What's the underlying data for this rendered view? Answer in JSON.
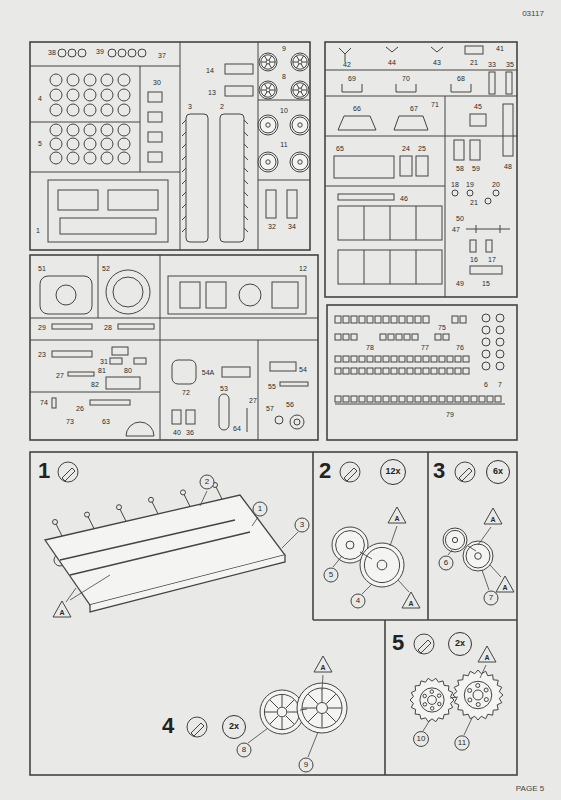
{
  "diagram": {
    "nodes": [
      {
        "text": [
          "1"
        ]
      },
      {
        "text": [
          "2",
          "12x"
        ]
      },
      {
        "text": [
          "3",
          "6x"
        ]
      },
      {
        "text": [
          "4",
          "2x"
        ]
      },
      {
        "text": [
          "5",
          "2x"
        ]
      }
    ],
    "labels": [
      "38",
      "39",
      "37",
      "4",
      "5",
      "30",
      "14",
      "13",
      "3",
      "2",
      "9",
      "8",
      "10",
      "11",
      "1",
      "32",
      "34",
      "42",
      "44",
      "43",
      "21",
      "41",
      "33",
      "35",
      "69",
      "70",
      "68",
      "66",
      "67",
      "71",
      "45",
      "65",
      "24",
      "25",
      "58",
      "59",
      "48",
      "18",
      "19",
      "20",
      "21",
      "46",
      "50",
      "47",
      "16",
      "17",
      "49",
      "15",
      "51",
      "52",
      "12",
      "29",
      "28",
      "23",
      "31",
      "27",
      "81",
      "80",
      "82",
      "72",
      "54A",
      "54",
      "53",
      "27",
      "55",
      "57",
      "56",
      "74",
      "26",
      "73",
      "63",
      "40",
      "36",
      "64",
      "75",
      "78",
      "77",
      "76",
      "6",
      "7",
      "79",
      "2",
      "1",
      "3",
      "A",
      "5",
      "4",
      "A",
      "A",
      "6",
      "7",
      "A",
      "A",
      "8",
      "9",
      "A",
      "10",
      "11",
      "A",
      "03117",
      "PAGE 5"
    ]
  }
}
